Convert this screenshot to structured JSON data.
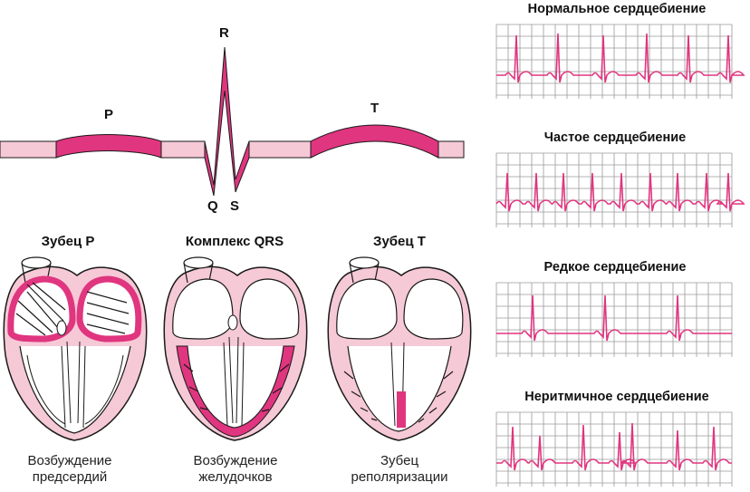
{
  "wave": {
    "labels": {
      "p": "P",
      "q": "Q",
      "r": "R",
      "s": "S",
      "t": "T"
    }
  },
  "hearts": [
    {
      "title": "Зубец P",
      "caption_line1": "Возбуждение",
      "caption_line2": "предсердий"
    },
    {
      "title": "Комплекс QRS",
      "caption_line1": "Возбуждение",
      "caption_line2": "желудочков"
    },
    {
      "title": "Зубец T",
      "caption_line1": "Зубец",
      "caption_line2": "реполяризации"
    }
  ],
  "rhythms": [
    {
      "title": "Нормальное сердцебиение"
    },
    {
      "title": "Частое сердцебиение"
    },
    {
      "title": "Редкое сердцебиение"
    },
    {
      "title": "Неритмичное сердцебиение"
    }
  ],
  "colors": {
    "accent": "#e0357f",
    "light": "#f6c9d6",
    "grid": "#9a9a9a",
    "outline": "#1a1a1a"
  }
}
